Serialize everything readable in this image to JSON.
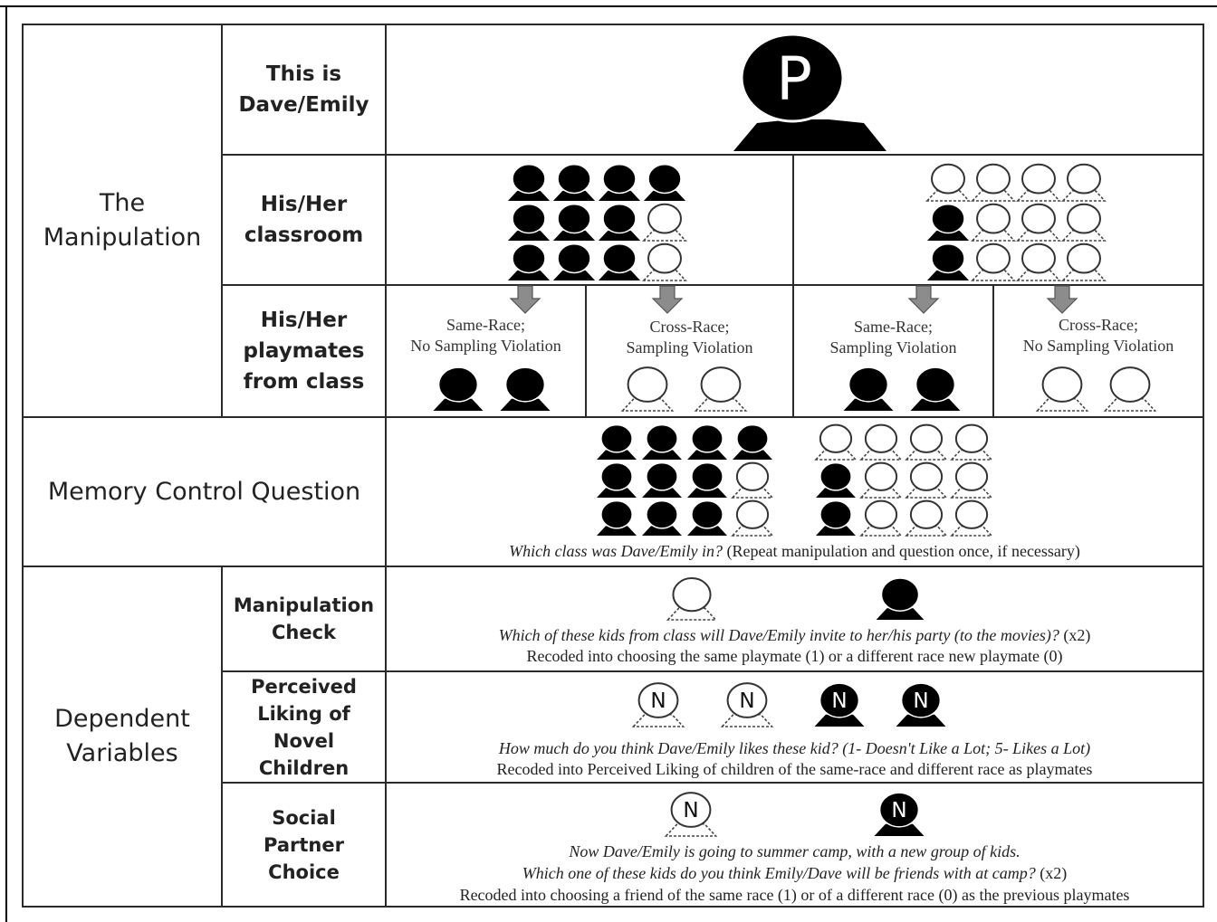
{
  "manipulation": {
    "label": "The Manipulation",
    "rows": {
      "this_is": "This is Dave/Emily",
      "classroom": "His/Her classroom",
      "playmates": "His/Her playmates from class"
    },
    "protagonist_letter": "P",
    "conditions": [
      {
        "line1": "Same-Race;",
        "line2": "No Sampling Violation"
      },
      {
        "line1": "Cross-Race;",
        "line2": "Sampling Violation"
      },
      {
        "line1": "Same-Race;",
        "line2": "Sampling Violation"
      },
      {
        "line1": "Cross-Race;",
        "line2": "No Sampling Violation"
      }
    ]
  },
  "memory": {
    "label": "Memory Control Question",
    "question_italic": "Which class was Dave/Emily in?",
    "question_plain": " (Repeat manipulation and question once, if necessary)"
  },
  "dependent": {
    "label": "Dependent Variables",
    "manipulation_check": {
      "label": "Manipulation Check",
      "question_italic": "Which of these kids from class will Dave/Emily invite to her/his party (to the movies)?",
      "question_plain": " (x2)",
      "recode": "Recoded into choosing the same playmate (1) or a different race new playmate (0)"
    },
    "liking": {
      "label": "Perceived Liking of Novel Children",
      "novel_letter": "N",
      "question_italic": "How much do you think Dave/Emily likes these kid? (1- Doesn't Like a Lot; 5- Likes a Lot)",
      "recode": "Recoded into Perceived Liking of children of the same-race and different race as playmates"
    },
    "social": {
      "label": "Social Partner Choice",
      "novel_letter": "N",
      "line1_italic": "Now Dave/Emily is going to summer camp, with a new group of kids.",
      "line2_italic": "Which one of these kids do you think Emily/Dave will be friends with at camp?",
      "line2_plain": " (x2)",
      "recode": "Recoded into choosing a friend of the same race (1) or of a different race (0) as the previous playmates"
    }
  },
  "colors": {
    "border": "#2a2a2a",
    "figure_fill": "#000000",
    "figure_outline": "#ffffff",
    "arrow_fill": "#8c8c8c"
  }
}
